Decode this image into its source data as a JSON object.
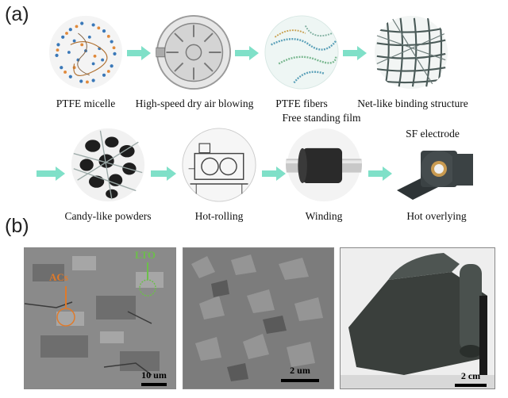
{
  "panels": {
    "a": "(a)",
    "b": "(b)"
  },
  "steps_row1": [
    {
      "label": "PTFE micelle",
      "icon": "ptfe-micelle-icon"
    },
    {
      "label": "High-speed dry air blowing",
      "icon": "air-blowing-fan-icon"
    },
    {
      "label": "PTFE fibers",
      "icon": "ptfe-fibers-icon"
    },
    {
      "label": "Net-like binding structure",
      "icon": "net-structure-icon"
    }
  ],
  "steps_row2": [
    {
      "label": "Candy-like powders",
      "icon": "candy-powder-icon"
    },
    {
      "label": "Hot-rolling",
      "icon": "hot-rolling-machine-icon"
    },
    {
      "label": "Winding",
      "icon": "winding-roll-icon",
      "top_label": "Free standing film"
    },
    {
      "label": "Hot overlying",
      "icon": "electrode-roll-icon",
      "top_label": "SF electrode"
    }
  ],
  "sem_images": [
    {
      "annotations": [
        "ACs",
        "LTO"
      ],
      "scale": "10 um"
    },
    {
      "scale": "2 um"
    },
    {
      "scale": "2 cm"
    }
  ],
  "colors": {
    "arrow": "#7fe0c8",
    "acs_annotation": "#e07a2a",
    "lto_annotation": "#6cbf4a"
  }
}
